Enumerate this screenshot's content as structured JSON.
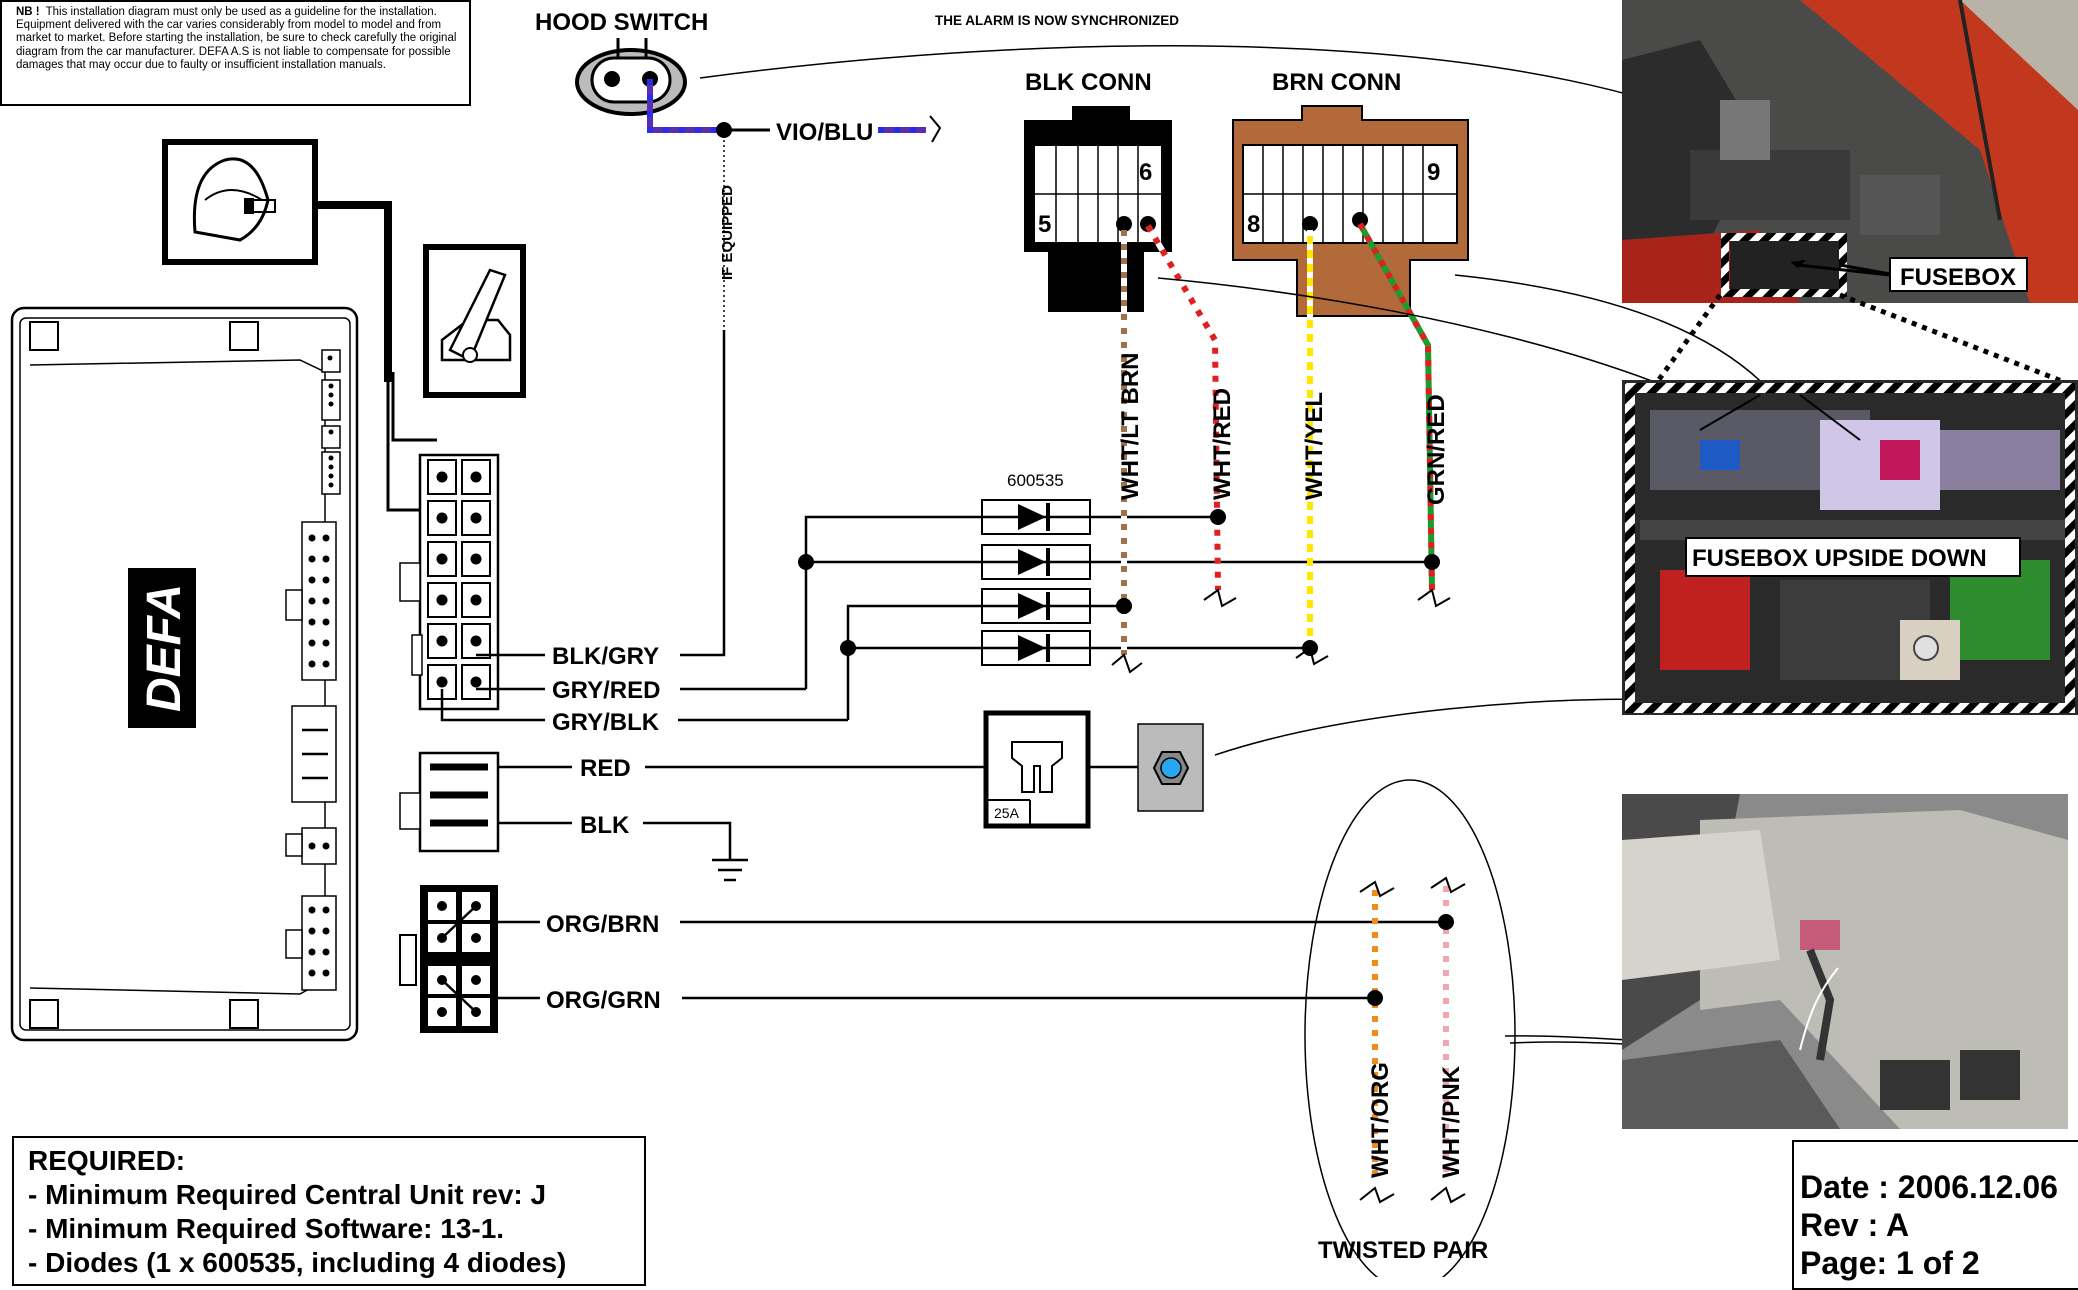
{
  "notice": {
    "label": "NB !",
    "text": "This installation diagram must only be used as a guideline for the installation. Equipment delivered with the car varies considerably from model to model and from market to market. Before starting the installation, be sure to check carefully the original diagram from the car manufacturer. DEFA  A.S is not liable to compensate  for possible damages that may occur due to faulty or insufficient installation manuals."
  },
  "hood_switch": {
    "title": "HOOD SWITCH",
    "wire": "VIO/BLU",
    "condition": "IF EQUIPPED"
  },
  "sync_message": "THE ALARM IS NOW SYNCHRONIZED",
  "connectors": {
    "blk": {
      "title": "BLK CONN",
      "pin_a": "6",
      "pin_b": "5"
    },
    "brn": {
      "title": "BRN CONN",
      "pin_a": "9",
      "pin_b": "8"
    }
  },
  "diode_part": "600535",
  "car_wires": {
    "w1": "WHT/LT BRN",
    "w2": "WHT/RED",
    "w3": "WHT/YEL",
    "w4": "GRN/RED"
  },
  "unit_wires": {
    "blk_gry": "BLK/GRY",
    "gry_red": "GRY/RED",
    "gry_blk": "GRY/BLK",
    "red": "RED",
    "blk": "BLK",
    "org_brn": "ORG/BRN",
    "org_grn": "ORG/GRN"
  },
  "unit_logo": "DEFA",
  "fuse_rating": "25A",
  "can_wires": {
    "wht_org": "WHT/ORG",
    "wht_pnk": "WHT/PNK",
    "pair_label": "TWISTED PAIR"
  },
  "photos": {
    "fusebox": "FUSEBOX",
    "fusebox_upside": "FUSEBOX UPSIDE DOWN"
  },
  "required": {
    "title": "REQUIRED:",
    "items": [
      "- Minimum Required Central Unit rev: J",
      "- Minimum Required Software: 13-1.",
      "- Diodes (1 x 600535, including 4 diodes)"
    ]
  },
  "doc_info": {
    "date": "Date : 2006.12.06",
    "rev": "Rev  : A",
    "page": "Page: 1 of 2"
  },
  "colors": {
    "violet": "#5B2DB0",
    "blue": "#2B2BF0",
    "brown": "#A0724A",
    "red": "#E02020",
    "yellow": "#FFE800",
    "green": "#1E9B2E",
    "orange": "#F08C1E",
    "pink": "#F4A6B0",
    "connector_brown": "#B26A3A",
    "fuse_blue": "#29A6F0"
  }
}
